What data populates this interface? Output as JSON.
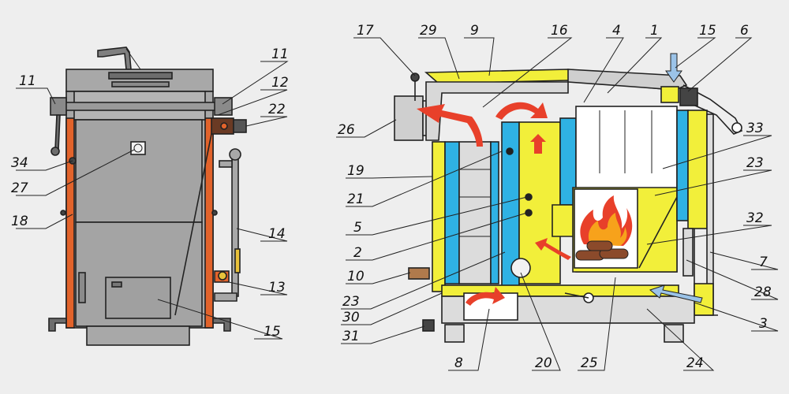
{
  "title": "Solid fuel boiler cross-section diagram",
  "labels": {
    "front_11_left": "11",
    "front_34": "34",
    "front_27": "27",
    "front_18": "18",
    "front_11_right": "11",
    "front_12": "12",
    "front_22": "22",
    "front_14": "14",
    "front_13": "13",
    "front_15": "15",
    "sec_17": "17",
    "sec_29": "29",
    "sec_9": "9",
    "sec_16": "16",
    "sec_4": "4",
    "sec_1": "1",
    "sec_15": "15",
    "sec_6": "6",
    "sec_26": "26",
    "sec_19": "19",
    "sec_21": "21",
    "sec_5": "5",
    "sec_2": "2",
    "sec_10": "10",
    "sec_23_left": "23",
    "sec_30": "30",
    "sec_31": "31",
    "sec_8": "8",
    "sec_20": "20",
    "sec_25": "25",
    "sec_24": "24",
    "sec_3": "3",
    "sec_28": "28",
    "sec_7": "7",
    "sec_32": "32",
    "sec_23_right": "23",
    "sec_33": "33"
  },
  "colors": {
    "background": "#eeeeee",
    "body_gray": "#a8a8a8",
    "panel_orange": "#e2632b",
    "insulation_yellow": "#f2ef3a",
    "water_blue": "#2fb2e4",
    "flame_red": "#e8402a",
    "flame_orange": "#f7a21b",
    "wood_brown": "#8b4a2b"
  }
}
